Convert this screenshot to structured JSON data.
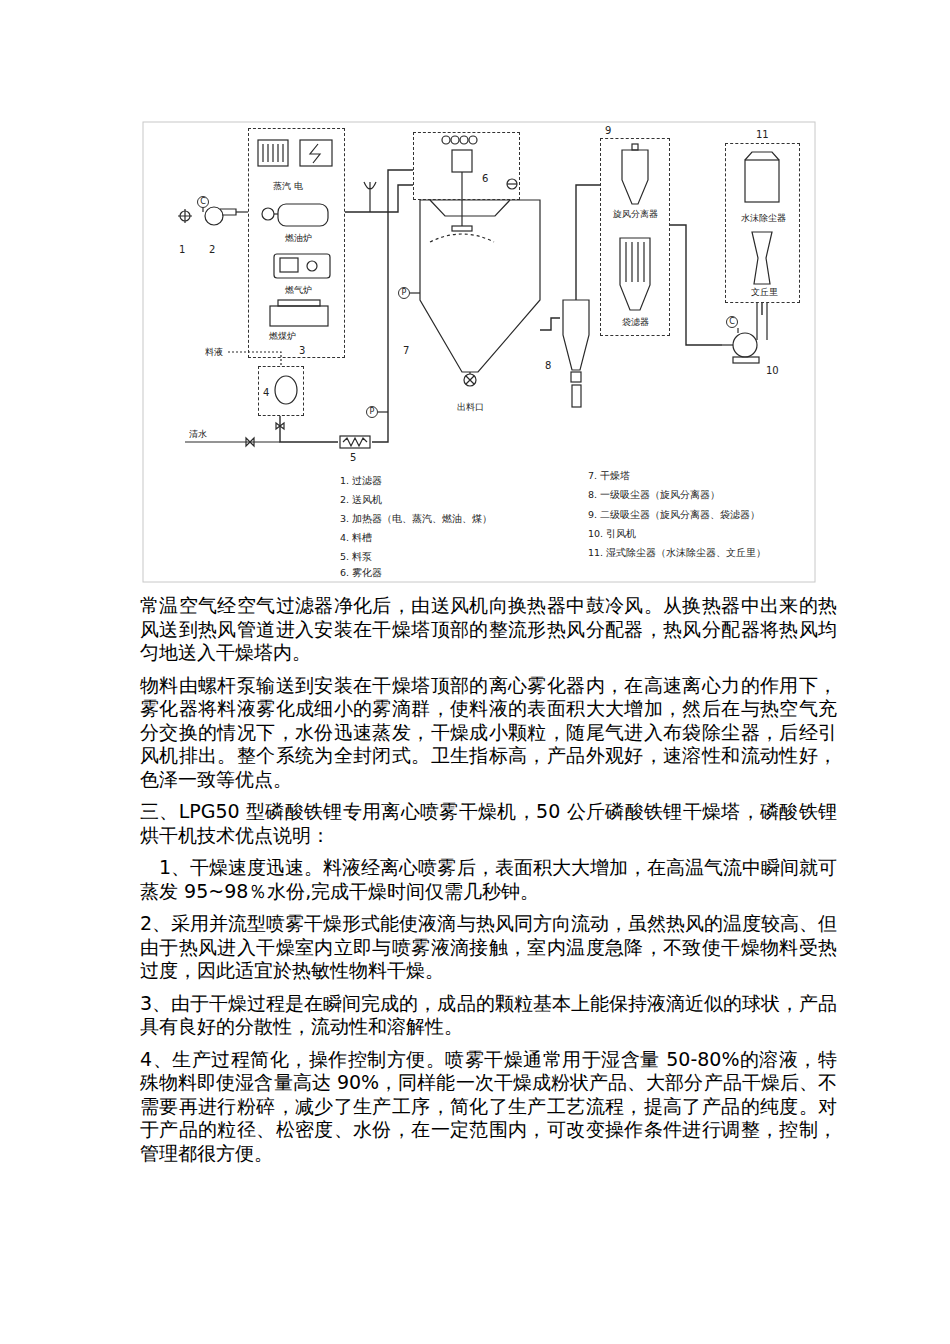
{
  "diagram": {
    "nodes": [
      {
        "text": [
          "3"
        ]
      },
      {
        "text": [
          "蒸汽 电"
        ],
        "in": 0
      },
      {
        "text": [
          "燃油炉"
        ],
        "in": 0
      },
      {
        "text": [
          "燃气炉"
        ],
        "in": 0
      },
      {
        "text": [
          "燃煤炉"
        ],
        "in": 0
      },
      {
        "text": [
          "6"
        ]
      },
      {
        "text": [
          "7",
          "出料口"
        ]
      },
      {
        "text": [
          "8"
        ]
      },
      {
        "text": [
          "9"
        ]
      },
      {
        "text": [
          "旋风分离器"
        ],
        "in": 8
      },
      {
        "text": [
          "袋滤器"
        ],
        "in": 8
      },
      {
        "text": [
          "10"
        ]
      },
      {
        "text": [
          "11"
        ]
      },
      {
        "text": [
          "水沫除尘器"
        ],
        "in": 12
      },
      {
        "text": [
          "文丘里"
        ],
        "in": 12
      },
      {
        "text": [
          "4"
        ]
      },
      {
        "text": [
          "5"
        ]
      }
    ],
    "edges": [
      {
        "from": 0,
        "to": 5,
        "arrow": "none"
      },
      {
        "from": 15,
        "to": 16,
        "arrow": "none"
      },
      {
        "from": 16,
        "to": 5,
        "arrow": "none"
      },
      {
        "from": 6,
        "to": 7,
        "arrow": "none"
      },
      {
        "from": 7,
        "to": 8,
        "arrow": "none"
      },
      {
        "from": 8,
        "to": 11,
        "arrow": "none"
      },
      {
        "from": 11,
        "to": 12,
        "arrow": "none"
      }
    ],
    "labels": [
      "1",
      "2",
      "C",
      "料液",
      "清水",
      "P",
      "P",
      "C",
      "1. 过滤器",
      "2. 送风机",
      "3. 加热器（电、蒸汽、燃油、煤）",
      "4. 料槽",
      "5. 料泵",
      "6. 雾化器",
      "7. 干燥塔",
      "8. 一级吸尘器（旋风分离器）",
      "9. 二级吸尘器（旋风分离器、袋滤器）",
      "10. 引风机",
      "11. 湿式除尘器（水沫除尘器、文丘里）",
      "常温空气经空气过滤器净化后，由送风机向换热器中鼓冷风。从换热器中出来的热风送到热风管道进入安装在干燥塔顶部的整流形热风分配器，热风分配器将热风均匀地送入干燥塔内。",
      "物料由螺杆泵输送到安装在干燥塔顶部的离心雾化器内，在高速离心力的作用下，雾化器将料液雾化成细小的雾滴群，使料液的表面积大大增加，然后在与热空气充分交换的情况下，水份迅速蒸发，干燥成小颗粒，随尾气进入布袋除尘器，后经引风机排出。整个系统为全封闭式。卫生指标高，产品外观好，速溶性和流动性好，色泽一致等优点。",
      "三、LPG50 型磷酸铁锂专用离心喷雾干燥机，50 公斤磷酸铁锂干燥塔，磷酸铁锂烘干机技术优点说明：",
      "1、干燥速度迅速。料液经离心喷雾后，表面积大大增加，在高温气流中瞬间就可蒸发 95~98％水份,完成干燥时间仅需几秒钟。",
      "2、采用并流型喷雾干燥形式能使液滴与热风同方向流动，虽然热风的温度较高、但由于热风进入干燥室内立即与喷雾液滴接触，室内温度急降，不致使干燥物料受热过度，因此适宜於热敏性物料干燥。",
      "3、由于干燥过程是在瞬间完成的，成品的颗粒基本上能保持液滴近似的球状，产品具有良好的分散性，流动性和溶解性。",
      "4、生产过程简化，操作控制方便。喷雾干燥通常用于湿含量 50-80%的溶液，特殊物料即使湿含量高达 90%，同样能一次干燥成粉状产品、大部分产品干燥后、不需要再进行粉碎，减少了生产工序，简化了生产工艺流程，提高了产品的纯度。对于产品的粒径、松密度、水份，在一定范围内，可改变操作条件进行调整，控制，管理都很方便。"
    ]
  }
}
